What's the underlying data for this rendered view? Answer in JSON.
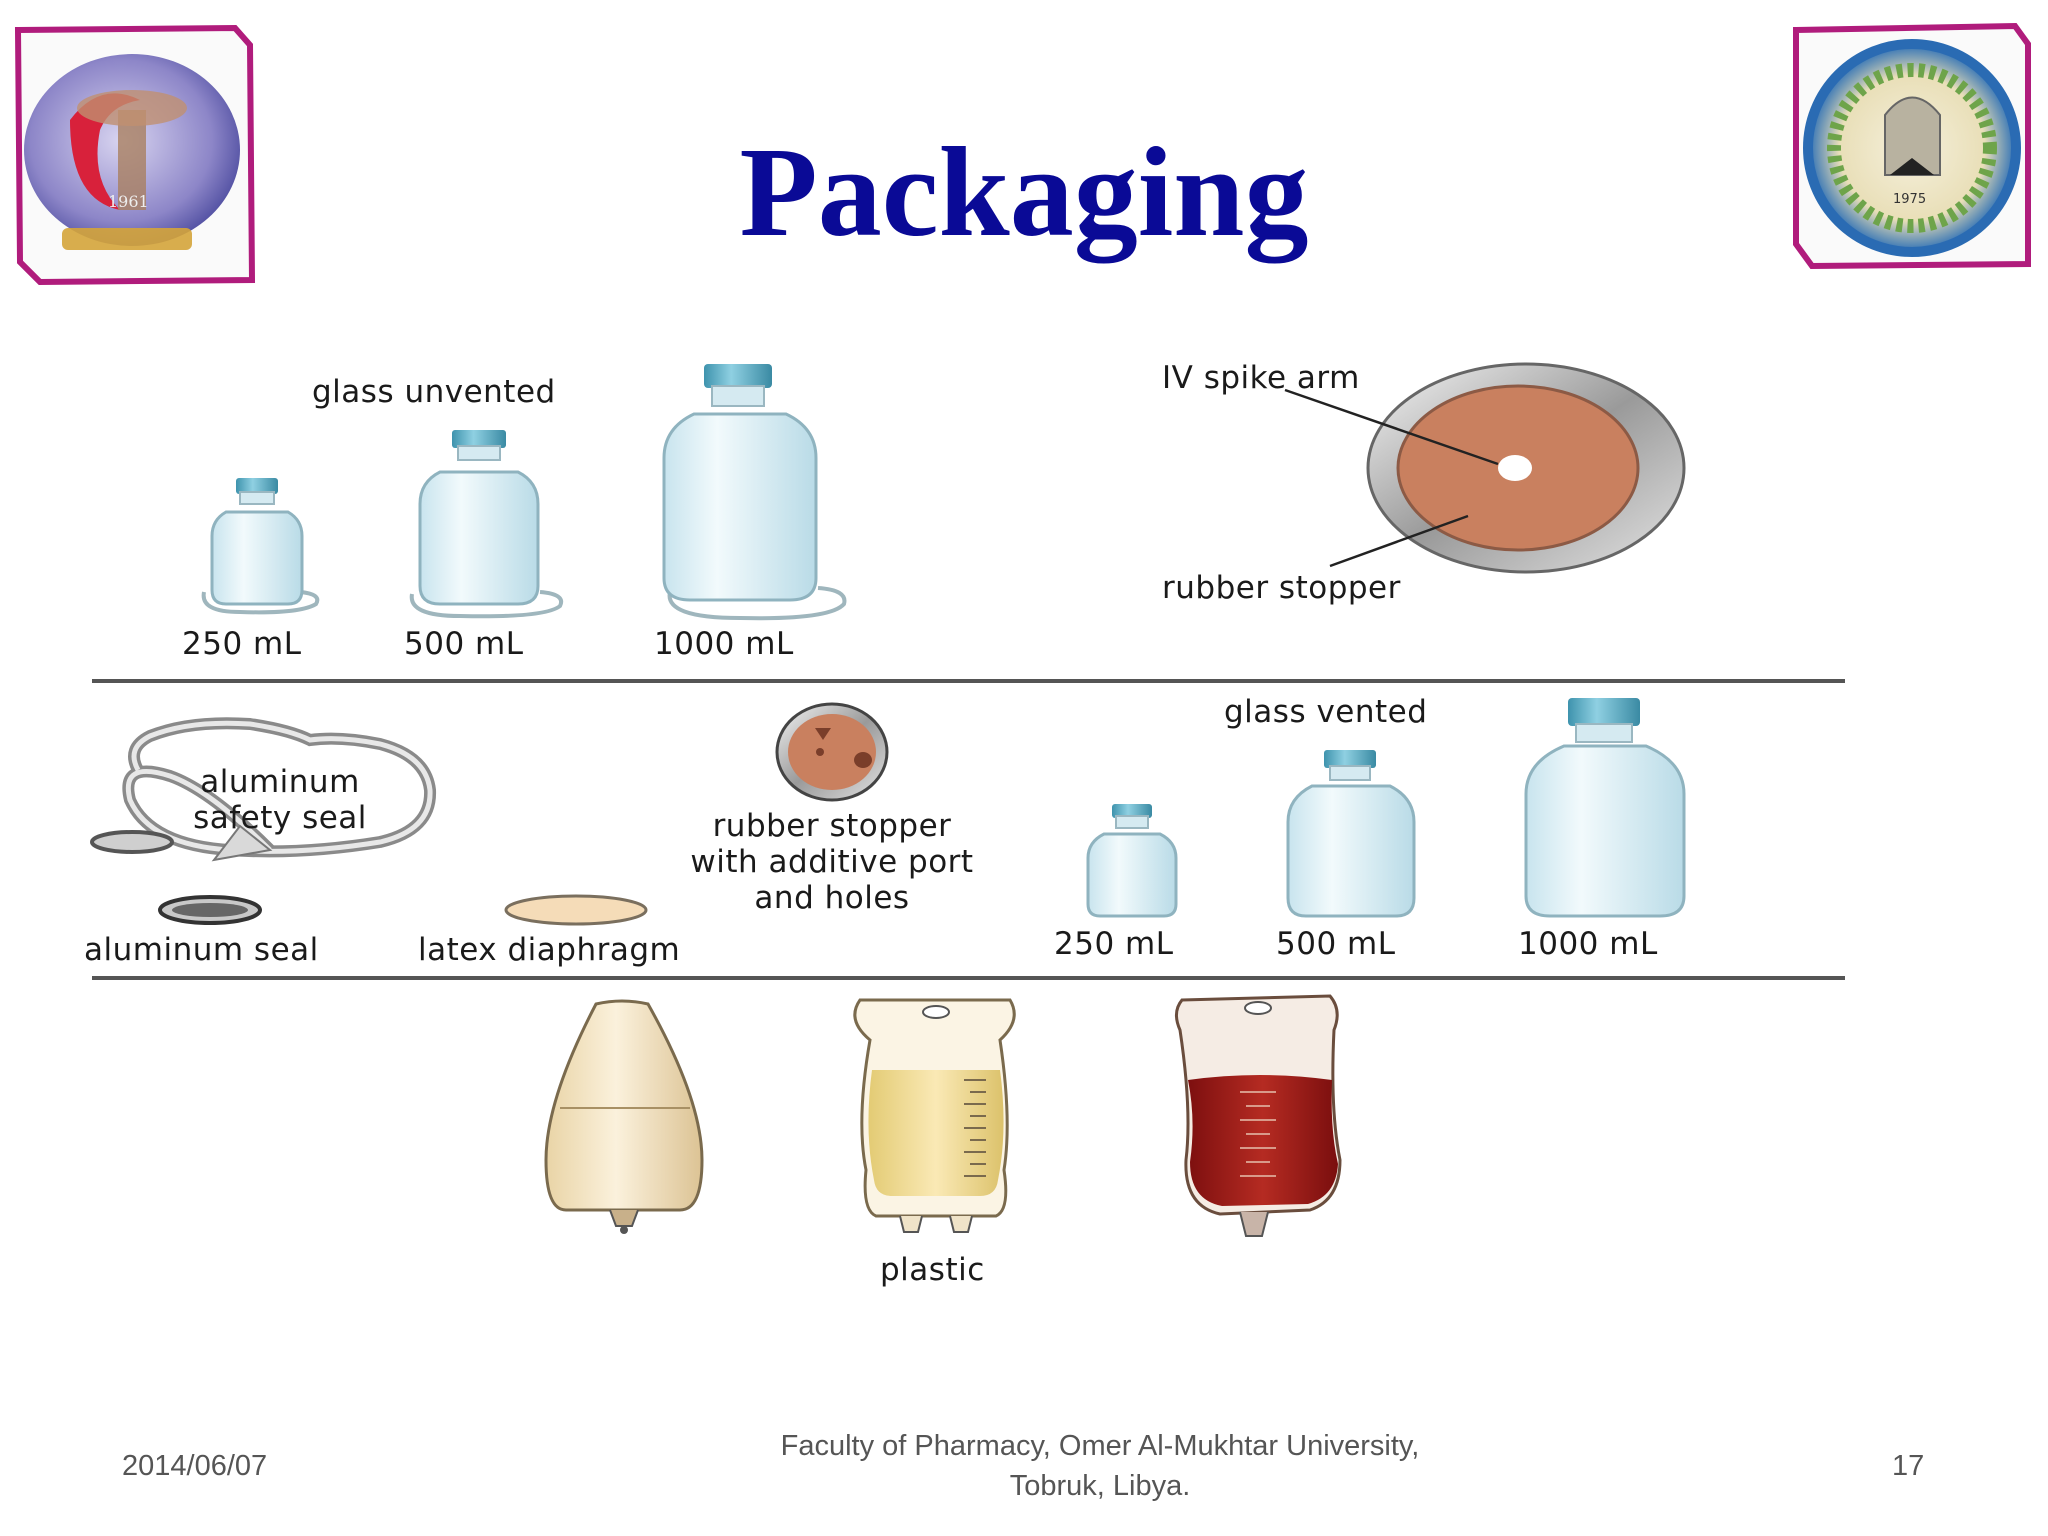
{
  "slide": {
    "title": "Packaging",
    "page_number": "17",
    "date": "2014/06/07",
    "footer_line1": "Faculty of Pharmacy, Omer Al-Mukhtar University,",
    "footer_line2": "Tobruk, Libya."
  },
  "logos": {
    "left": {
      "text": "1961",
      "icon": "pharmacy-faculty-logo-icon"
    },
    "right": {
      "text": "1975",
      "icon": "university-seal-icon"
    }
  },
  "diagram": {
    "glass_unvented": {
      "heading": "glass unvented",
      "sizes": [
        "250 mL",
        "500 mL",
        "1000 mL"
      ]
    },
    "stopper_top": {
      "spike_label": "IV spike arm",
      "stopper_label": "rubber stopper"
    },
    "seals": {
      "safety_line1": "aluminum",
      "safety_line2": "safety seal",
      "aluminum_seal": "aluminum seal",
      "latex": "latex diaphragm"
    },
    "additive_stopper": {
      "line1": "rubber stopper",
      "line2": "with additive port",
      "line3": "and holes"
    },
    "glass_vented": {
      "heading": "glass vented",
      "sizes": [
        "250 mL",
        "500 mL",
        "1000 mL"
      ]
    },
    "bags": {
      "label": "plastic"
    }
  },
  "colors": {
    "title": "#0a0a96",
    "bottle_glass": "#dff0f6",
    "bottle_cap": "#5fb0c8",
    "rubber": "#c98063",
    "logo_frame": "#b01c7c"
  }
}
